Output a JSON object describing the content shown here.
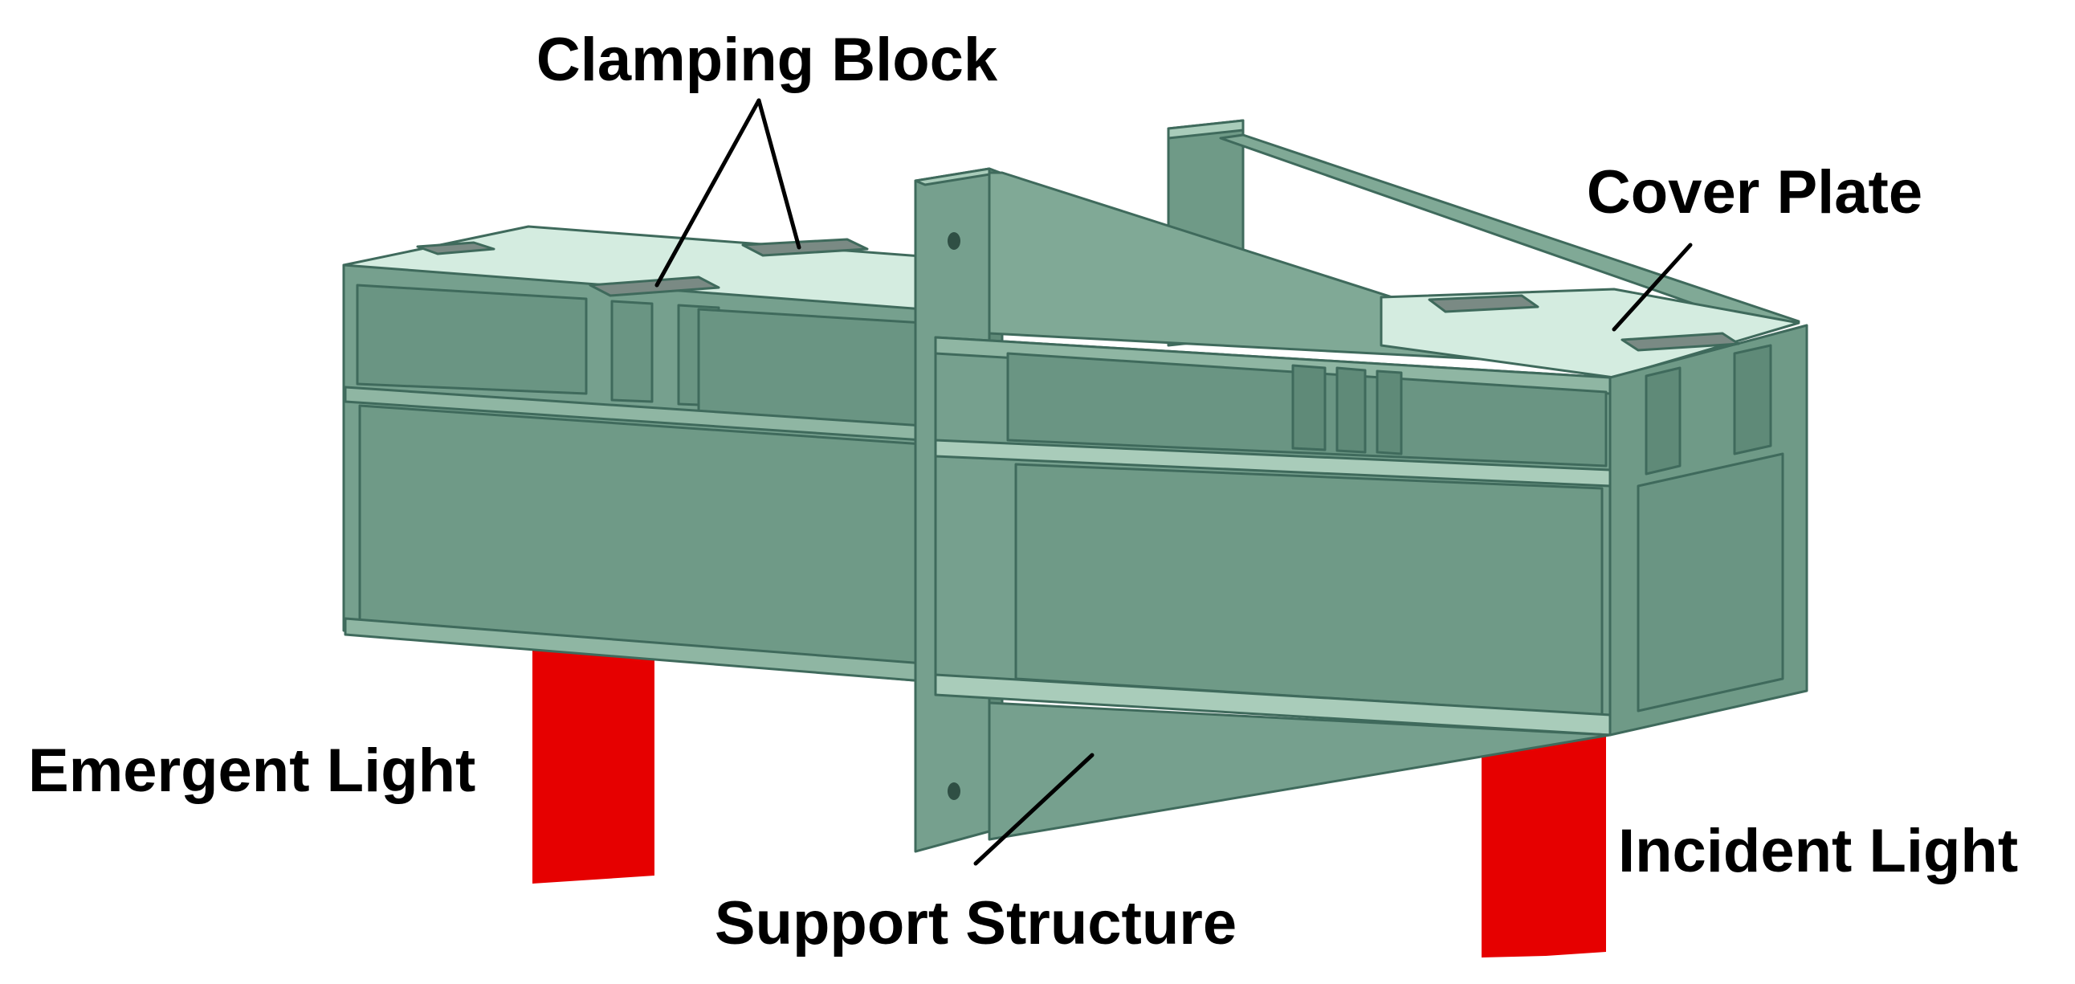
{
  "labels": {
    "clamping_block": "Clamping Block",
    "cover_plate": "Cover Plate",
    "emergent_light": "Emergent Light",
    "incident_light": "Incident Light",
    "support_structure": "Support Structure"
  },
  "colors": {
    "body_green": "#76a08e",
    "dark_green": "#5f8a78",
    "top_light_green": "#d4ece0",
    "pocket_green": "#6a9583",
    "light_beam_red": "#e60000",
    "text": "#000000"
  }
}
